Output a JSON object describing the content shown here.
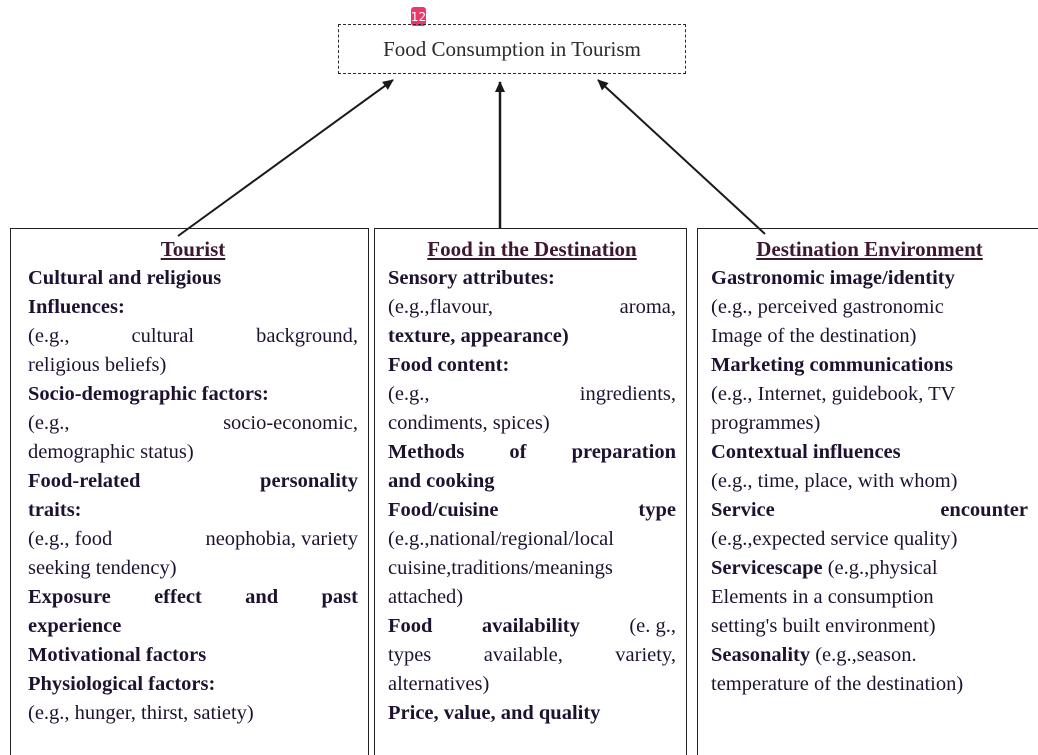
{
  "title": "Food Consumption in Tourism",
  "badge": "12",
  "columns": [
    {
      "heading": "Tourist",
      "lines": [
        {
          "t": "Cultural and religious",
          "b": true
        },
        {
          "t": "Influences:",
          "b": true
        },
        {
          "t": "(e.g.,    cultural    background,",
          "j": [
            "(e.g.,",
            "cultural",
            "background,"
          ]
        },
        {
          "t": "religious beliefs)"
        },
        {
          "t": "Socio-demographic factors:",
          "b": true
        },
        {
          "t": "(e.g.,    socio-economic,",
          "j": [
            "(e.g.,",
            "socio-economic,"
          ]
        },
        {
          "t": "demographic status)"
        },
        {
          "t": "Food-related personality",
          "b": true,
          "j": [
            "Food-related",
            "personality"
          ]
        },
        {
          "t": "traits:",
          "b": true
        },
        {
          "t": "(e.g., food  neophobia, variety",
          "j": [
            "(e.g., food",
            "neophobia, variety"
          ]
        },
        {
          "t": "seeking tendency)"
        },
        {
          "t": "Exposure effect and past",
          "b": true,
          "j": [
            "Exposure",
            "effect",
            "and",
            "past"
          ]
        },
        {
          "t": "experience",
          "b": true
        },
        {
          "t": "Motivational factors",
          "b": true
        },
        {
          "t": "Physiological factors:",
          "b": true
        },
        {
          "t": "(e.g., hunger, thirst, satiety)"
        }
      ]
    },
    {
      "heading": "Food in the Destination",
      "lines": [
        {
          "t": "Sensory attributes:",
          "b": true
        },
        {
          "t": "(e.g.,flavour, aroma,",
          "j": [
            "(e.g.,flavour,",
            "aroma,"
          ],
          "bf": true
        },
        {
          "t": "texture, appearance)",
          "b": true
        },
        {
          "t": "Food content:",
          "b": true
        },
        {
          "t": "(e.g., ingredients,",
          "j": [
            "(e.g.,",
            "ingredients,"
          ]
        },
        {
          "t": "condiments, spices)"
        },
        {
          "t": "Methods of preparation",
          "b": true,
          "j": [
            "Methods",
            "of",
            "preparation"
          ]
        },
        {
          "t": "and cooking",
          "b": true
        },
        {
          "t": "Food/cuisine type",
          "b": true,
          "j": [
            "Food/cuisine",
            "type"
          ]
        },
        {
          "t": "(e.g.,national/regional/local"
        },
        {
          "t": "cuisine,traditions/meanings"
        },
        {
          "t": "attached)"
        },
        {
          "t": "Food availability (e. g.,",
          "j": [
            "Food",
            "availability",
            "(e. g.,"
          ],
          "bfirst": 2
        },
        {
          "t": "types available, variety,",
          "j": [
            "types",
            "available,",
            "variety,"
          ]
        },
        {
          "t": "alternatives)"
        },
        {
          "t": "Price, value, and quality",
          "b": true
        }
      ]
    },
    {
      "heading": "Destination Environment",
      "lines": [
        {
          "t": "Gastronomic image/identity",
          "b": true
        },
        {
          "t": "(e.g., perceived gastronomic"
        },
        {
          "t": "Image of the destination)"
        },
        {
          "t": "Marketing communications",
          "b": true
        },
        {
          "t": "(e.g., Internet, guidebook, TV"
        },
        {
          "t": "programmes)"
        },
        {
          "t": "Contextual influences",
          "b": true
        },
        {
          "t": "(e.g., time, place, with whom)"
        },
        {
          "t": "Service encounter",
          "b": true,
          "j": [
            "Service",
            "encounter"
          ]
        },
        {
          "t": "(e.g.,expected service quality)"
        },
        {
          "t": "Servicescape (e.g.,physical",
          "bpre": "Servicescape",
          "rest": " (e.g.,physical"
        },
        {
          "t": "Elements in a consumption"
        },
        {
          "t": "setting's built environment)"
        },
        {
          "t": "Seasonality (e.g.,season.",
          "bpre": "Seasonality",
          "rest": " (e.g.,season."
        },
        {
          "t": "temperature of the destination)"
        }
      ]
    }
  ]
}
